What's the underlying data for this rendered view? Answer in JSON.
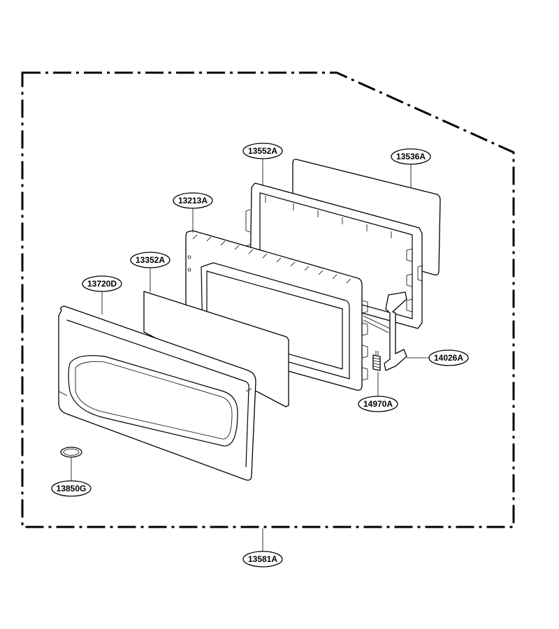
{
  "diagram": {
    "assembly_number": "13581A",
    "parts": {
      "p13552A": "13552A",
      "p13536A": "13536A",
      "p13213A": "13213A",
      "p13352A": "13352A",
      "p13720D": "13720D",
      "p14026A": "14026A",
      "p14970A": "14970A",
      "p13850G": "13850G"
    }
  }
}
